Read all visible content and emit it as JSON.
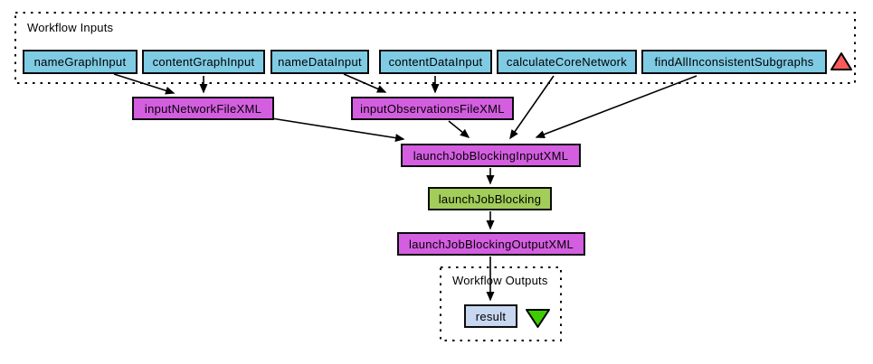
{
  "workflow_inputs": {
    "label": "Workflow Inputs",
    "ports": [
      "nameGraphInput",
      "contentGraphInput",
      "nameDataInput",
      "contentDataInput",
      "calculateCoreNetwork",
      "findAllInconsistentSubgraphs"
    ]
  },
  "nodes": [
    {
      "id": "inputNetworkFileXML",
      "label": "inputNetworkFileXML",
      "type": "xml-input-splitter"
    },
    {
      "id": "inputObservationsFileXML",
      "label": "inputObservationsFileXML",
      "type": "xml-input-splitter"
    },
    {
      "id": "launchJobBlockingInputXML",
      "label": "launchJobBlockingInputXML",
      "type": "xml-input-splitter"
    },
    {
      "id": "launchJobBlocking",
      "label": "launchJobBlocking",
      "type": "processor"
    },
    {
      "id": "launchJobBlockingOutputXML",
      "label": "launchJobBlockingOutputXML",
      "type": "xml-output-splitter"
    }
  ],
  "workflow_outputs": {
    "label": "Workflow Outputs",
    "ports": [
      "result"
    ]
  },
  "edges": [
    {
      "from": "nameGraphInput",
      "to": "inputNetworkFileXML"
    },
    {
      "from": "contentGraphInput",
      "to": "inputNetworkFileXML"
    },
    {
      "from": "nameDataInput",
      "to": "inputObservationsFileXML"
    },
    {
      "from": "contentDataInput",
      "to": "inputObservationsFileXML"
    },
    {
      "from": "calculateCoreNetwork",
      "to": "launchJobBlockingInputXML"
    },
    {
      "from": "findAllInconsistentSubgraphs",
      "to": "launchJobBlockingInputXML"
    },
    {
      "from": "inputNetworkFileXML",
      "to": "launchJobBlockingInputXML"
    },
    {
      "from": "inputObservationsFileXML",
      "to": "launchJobBlockingInputXML"
    },
    {
      "from": "launchJobBlockingInputXML",
      "to": "launchJobBlocking"
    },
    {
      "from": "launchJobBlocking",
      "to": "launchJobBlockingOutputXML"
    },
    {
      "from": "launchJobBlockingOutputXML",
      "to": "result"
    }
  ],
  "colors": {
    "input_port": "#7fcbe4",
    "xml_splitter": "#d45ee0",
    "processor": "#a2cd5a",
    "output_port": "#c8d7f0",
    "edge": "#000000",
    "add_port_triangle": "#fa5a5a",
    "remove_port_triangle": "#3fcb00",
    "background": "#ffffff"
  }
}
